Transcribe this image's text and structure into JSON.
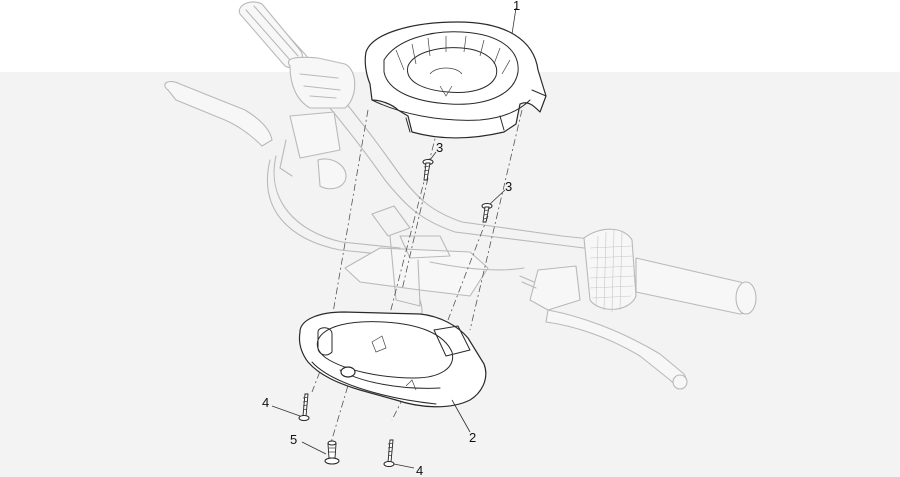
{
  "callouts": [
    {
      "id": "callout-1",
      "label": "1"
    },
    {
      "id": "callout-2",
      "label": "2"
    },
    {
      "id": "callout-3a",
      "label": "3"
    },
    {
      "id": "callout-3b",
      "label": "3"
    },
    {
      "id": "callout-4a",
      "label": "4"
    },
    {
      "id": "callout-4b",
      "label": "4"
    },
    {
      "id": "callout-5",
      "label": "5"
    }
  ],
  "colors": {
    "background": "#ffffff",
    "panel": "#f3f3f3",
    "faded_parts": "#b9b9b9",
    "highlighted_parts": "#2a2a2a"
  }
}
